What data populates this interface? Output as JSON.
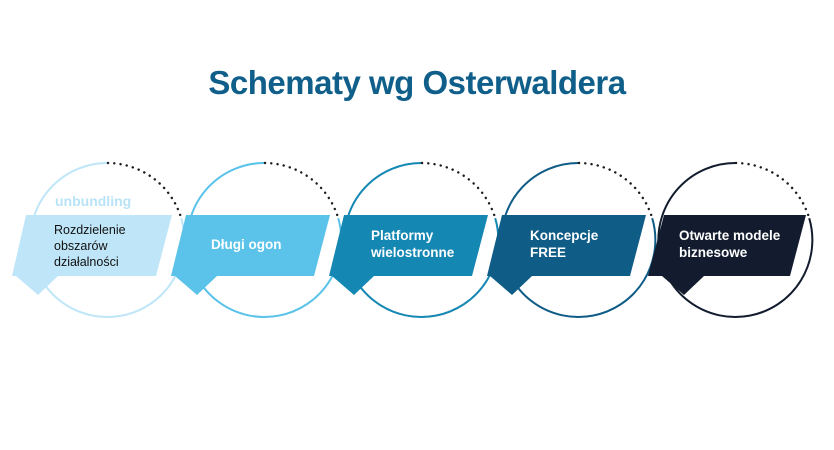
{
  "title": "Schematy wg Osterwaldera",
  "steps": [
    {
      "label": "Rozdzielenie obszarów działalności",
      "lines": [
        "Rozdzielenie",
        "obszarów",
        "działalności"
      ],
      "tag": "unbundling",
      "color": "#bfe6f8",
      "text_color": "#111111"
    },
    {
      "label": "Długi ogon",
      "lines": [
        "Długi ogon"
      ],
      "color": "#5bc3ea",
      "text_color": "#ffffff"
    },
    {
      "label": "Platformy wielostronne",
      "lines": [
        "Platformy",
        "wielostronne"
      ],
      "color": "#1487b3",
      "text_color": "#ffffff"
    },
    {
      "label": "Koncepcje FREE",
      "lines": [
        "Koncepcje",
        "FREE"
      ],
      "color": "#0f5c86",
      "text_color": "#ffffff"
    },
    {
      "label": "Otwarte modele biznesowe",
      "lines": [
        "Otwarte modele",
        "biznesowe"
      ],
      "color": "#131c2e",
      "text_color": "#ffffff"
    }
  ]
}
